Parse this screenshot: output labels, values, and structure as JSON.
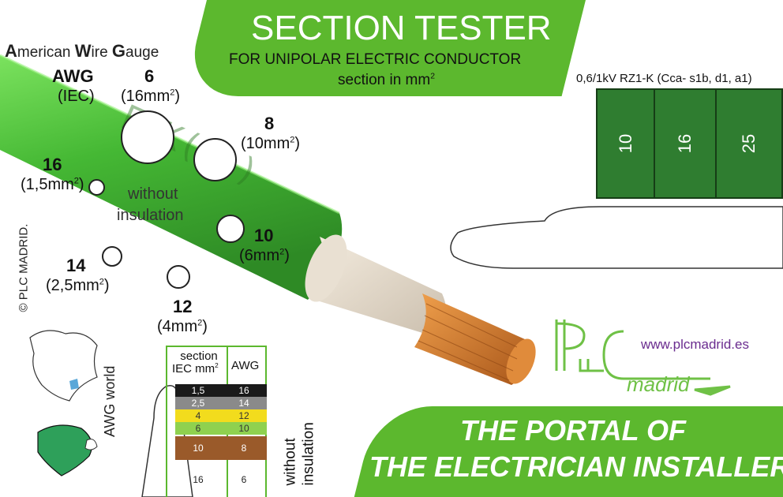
{
  "title": "SECTION TESTER",
  "subtitle": "FOR UNIPOLAR ELECTRIC CONDUCTOR",
  "subtitle2": "section in mm",
  "subtitle2_sup": "2",
  "awg_heading": {
    "a": "A",
    "merican": "merican ",
    "w": "W",
    "ire": "ire ",
    "g": "G",
    "auge": "auge"
  },
  "awg_label": "AWG",
  "iec_label": "(IEC)",
  "gauges": [
    {
      "awg": "6",
      "mm": "(16mm",
      "close": ")"
    },
    {
      "awg": "8",
      "mm": "(10mm",
      "close": ")"
    },
    {
      "awg": "10",
      "mm": "(6mm",
      "close": ")"
    },
    {
      "awg": "12",
      "mm": "(4mm",
      "close": ")"
    },
    {
      "awg": "14",
      "mm": "(2,5mm",
      "close": ")"
    },
    {
      "awg": "16",
      "mm": "(1,5mm",
      "close": ")"
    }
  ],
  "sq": "2",
  "without_insulation": [
    "without",
    "insulation"
  ],
  "copyright": "© PLC MADRID.",
  "awg_world": "AWG world",
  "cable_spec": "0,6/1kV RZ1-K (Cca- s1b, d1, a1)",
  "cable_sizes": [
    "10",
    "16",
    "25"
  ],
  "table": {
    "header_section": "section",
    "header_iec": "IEC mm",
    "header_awg": "AWG",
    "rows": [
      {
        "iec": "1,5",
        "awg": "16",
        "color": "#1a1a1a",
        "text": "#ffffff"
      },
      {
        "iec": "2,5",
        "awg": "14",
        "color": "#8a8a8a",
        "text": "#ffffff"
      },
      {
        "iec": "4",
        "awg": "12",
        "color": "#f2dc1d",
        "text": "#333333"
      },
      {
        "iec": "6",
        "awg": "10",
        "color": "#8fd14f",
        "text": "#333333"
      },
      {
        "iec": "10",
        "awg": "8",
        "color": "#9a5a2a",
        "text": "#ffffff"
      },
      {
        "iec": "16",
        "awg": "6",
        "color": "#ffffff",
        "text": "#222222"
      }
    ]
  },
  "table_side": [
    "without",
    "insulation"
  ],
  "website": "www.plcmadrid.es",
  "logo_text": "madrid",
  "bottom_line1": "THE PORTAL OF",
  "bottom_line2": "THE ELECTRICIAN INSTALLER",
  "colors": {
    "brand_green": "#5cb82e",
    "dark_green": "#2f7d30",
    "cable_green": "#4fc13a",
    "copper": "#c9772e",
    "purple": "#6a2c8f"
  }
}
